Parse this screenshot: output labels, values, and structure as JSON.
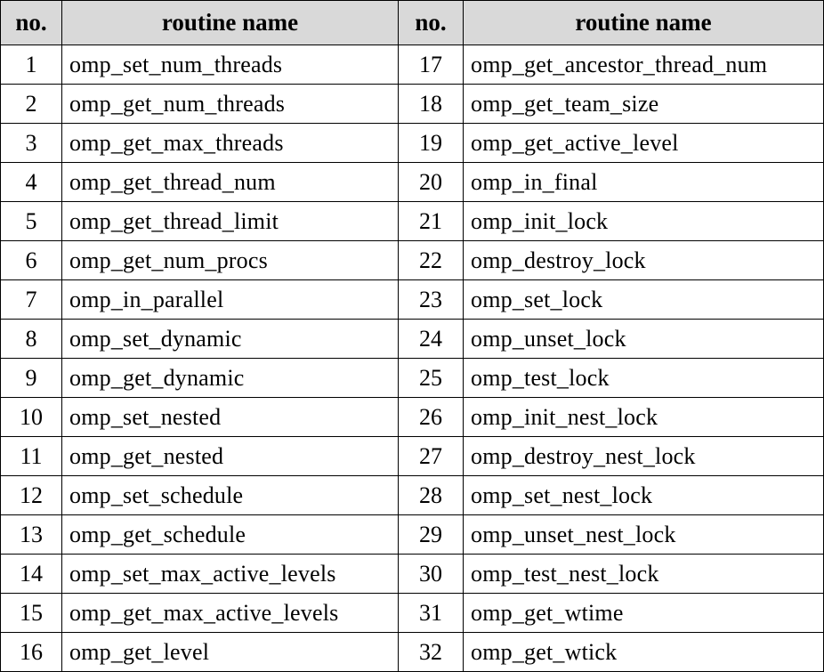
{
  "table": {
    "headers": [
      "no.",
      "routine name",
      "no.",
      "routine name"
    ],
    "rows": [
      [
        "1",
        "omp_set_num_threads",
        "17",
        "omp_get_ancestor_thread_num"
      ],
      [
        "2",
        "omp_get_num_threads",
        "18",
        "omp_get_team_size"
      ],
      [
        "3",
        "omp_get_max_threads",
        "19",
        "omp_get_active_level"
      ],
      [
        "4",
        "omp_get_thread_num",
        "20",
        "omp_in_final"
      ],
      [
        "5",
        "omp_get_thread_limit",
        "21",
        "omp_init_lock"
      ],
      [
        "6",
        "omp_get_num_procs",
        "22",
        "omp_destroy_lock"
      ],
      [
        "7",
        "omp_in_parallel",
        "23",
        "omp_set_lock"
      ],
      [
        "8",
        "omp_set_dynamic",
        "24",
        "omp_unset_lock"
      ],
      [
        "9",
        "omp_get_dynamic",
        "25",
        "omp_test_lock"
      ],
      [
        "10",
        "omp_set_nested",
        "26",
        "omp_init_nest_lock"
      ],
      [
        "11",
        "omp_get_nested",
        "27",
        "omp_destroy_nest_lock"
      ],
      [
        "12",
        "omp_set_schedule",
        "28",
        "omp_set_nest_lock"
      ],
      [
        "13",
        "omp_get_schedule",
        "29",
        "omp_unset_nest_lock"
      ],
      [
        "14",
        "omp_set_max_active_levels",
        "30",
        "omp_test_nest_lock"
      ],
      [
        "15",
        "omp_get_max_active_levels",
        "31",
        "omp_get_wtime"
      ],
      [
        "16",
        "omp_get_level",
        "32",
        "omp_get_wtick"
      ]
    ]
  }
}
